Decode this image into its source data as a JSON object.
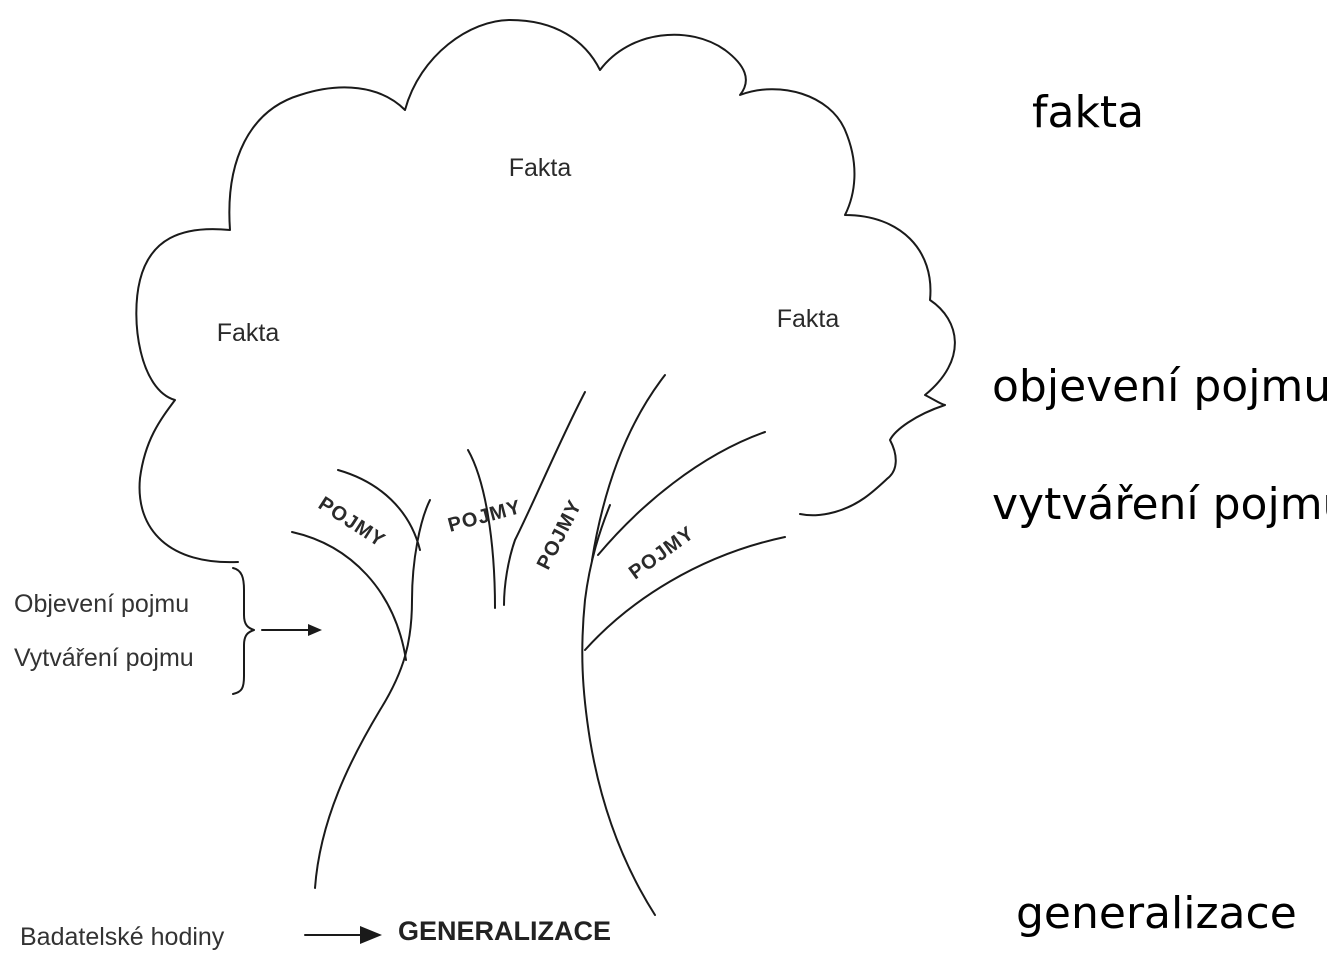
{
  "crown": {
    "label_top": "Fakta",
    "label_left": "Fakta",
    "label_right": "Fakta"
  },
  "branches": {
    "label_1": "POJMY",
    "label_2": "POJMY",
    "label_3": "POJMY",
    "label_4": "POJMY"
  },
  "left_annotation": {
    "line_1": "Objevení pojmu",
    "line_2": "Vytváření pojmu"
  },
  "bottom": {
    "left_text": "Badatelské hodiny",
    "right_text": "GENERALIZACE"
  },
  "right_column": {
    "item_1": "fakta",
    "item_2": "objevení pojmu",
    "item_3": "vytváření pojmu",
    "item_4": "generalizace"
  }
}
